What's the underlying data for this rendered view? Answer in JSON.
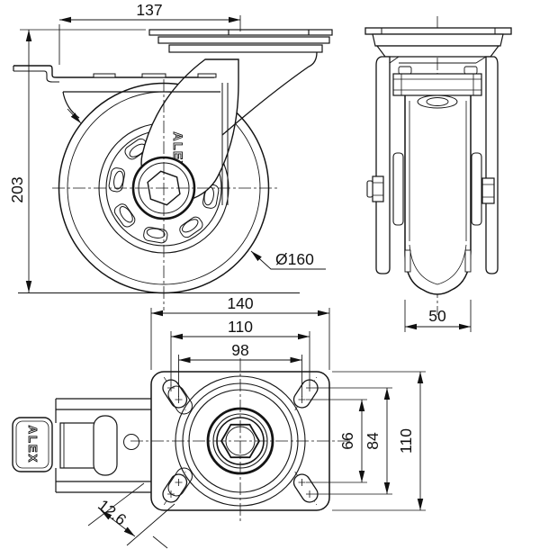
{
  "drawing": {
    "branding": {
      "fork_logo": "ALEX",
      "pedal_logo": "ALEX"
    },
    "dimensions": {
      "plate_length_side": "137",
      "overall_height": "203",
      "wheel_diameter": "Ø160",
      "wheel_width": "50",
      "plate_width": "140",
      "bolt_span_outer_x": "110",
      "bolt_span_inner_x": "98",
      "bolt_span_inner_y": "66",
      "bolt_span_outer_y": "84",
      "plate_depth": "110",
      "slot_width": "12.6"
    },
    "colors": {
      "line": "#141414",
      "background": "#ffffff"
    }
  }
}
